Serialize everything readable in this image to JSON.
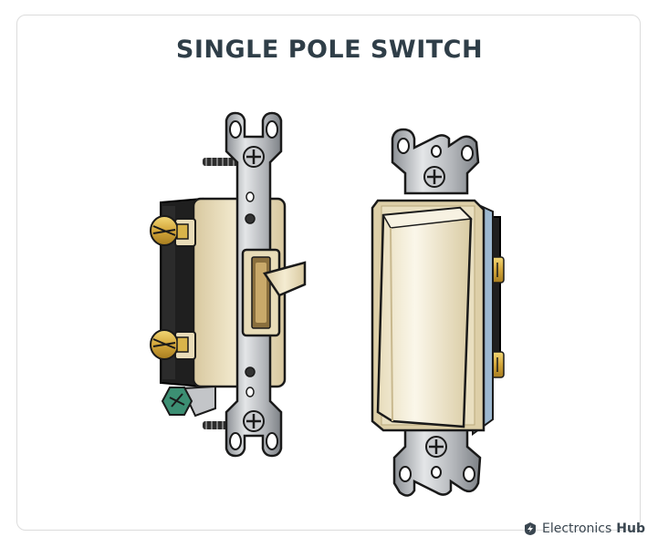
{
  "title": "SINGLE POLE SWITCH",
  "brand": {
    "word1": "Electronics",
    "word2": "Hub",
    "logo_icon": "electronics-hub-logo-icon"
  },
  "colors": {
    "title": "#2f3e48",
    "metal": "#b9bcc0",
    "metal_dark": "#6e7277",
    "ivory": "#ede3c4",
    "ivory_shade": "#d6c69d",
    "brass": "#d9b44a",
    "green_screw": "#3c8f73",
    "body_black": "#1f1f1f"
  },
  "illustrations": [
    {
      "name": "toggle-switch-side-view"
    },
    {
      "name": "decora-rocker-switch"
    }
  ]
}
